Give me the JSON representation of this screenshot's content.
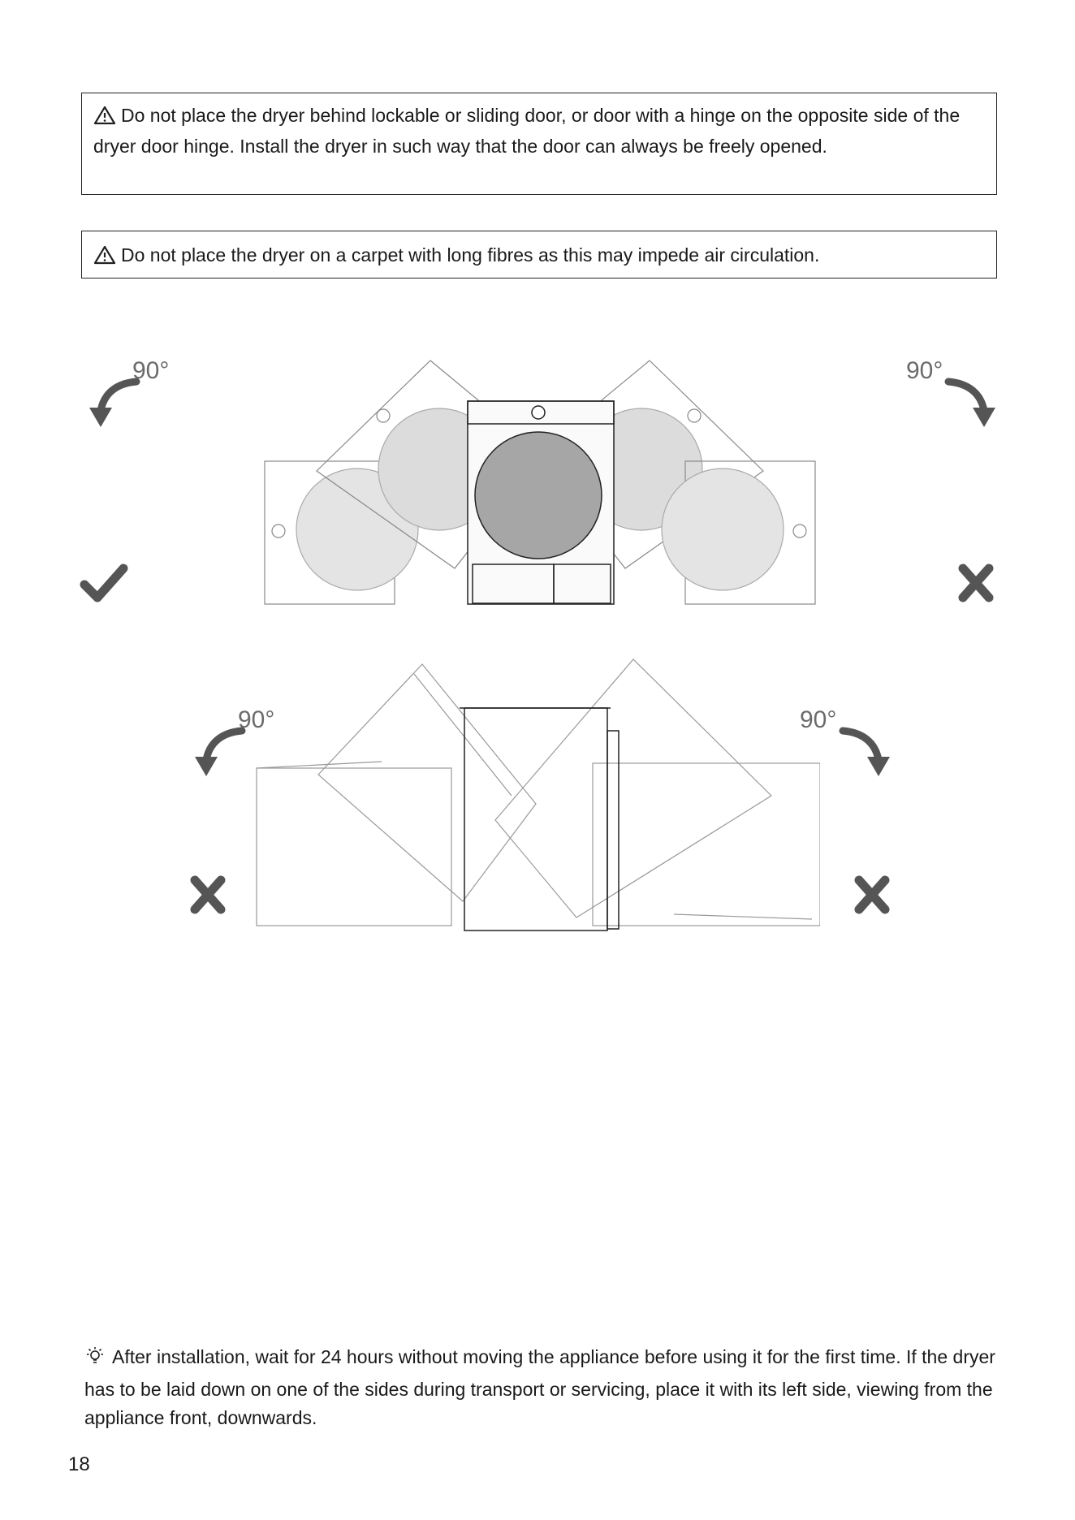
{
  "warnings": [
    {
      "icon": "warning-triangle-icon",
      "text": "Do not place the dryer behind lockable or sliding door, or door with a hinge on the opposite side of the dryer door hinge. Install the dryer in such way that the door can always be freely opened."
    },
    {
      "icon": "warning-triangle-icon",
      "text": "Do not place the dryer on a carpet with long fibres as this may impede air circulation."
    }
  ],
  "diagram": {
    "top": {
      "left_angle": "90°",
      "right_angle": "90°",
      "left_result": "check-icon",
      "right_result": "cross-icon"
    },
    "bottom": {
      "left_angle": "90°",
      "right_angle": "90°",
      "left_result": "cross-icon",
      "right_result": "cross-icon"
    },
    "colors": {
      "mark": "#555555",
      "line": "#888888",
      "drum": "#a6a6a6",
      "ghost_drum": "#e0e0e0"
    }
  },
  "tip": {
    "icon": "lightbulb-icon",
    "text": "After installation, wait for 24 hours without moving the appliance before using it for the first time. If the dryer has to be laid down on one of the sides during transport or servicing, place it with its left side, viewing from the appliance front, downwards."
  },
  "page_number": "18"
}
